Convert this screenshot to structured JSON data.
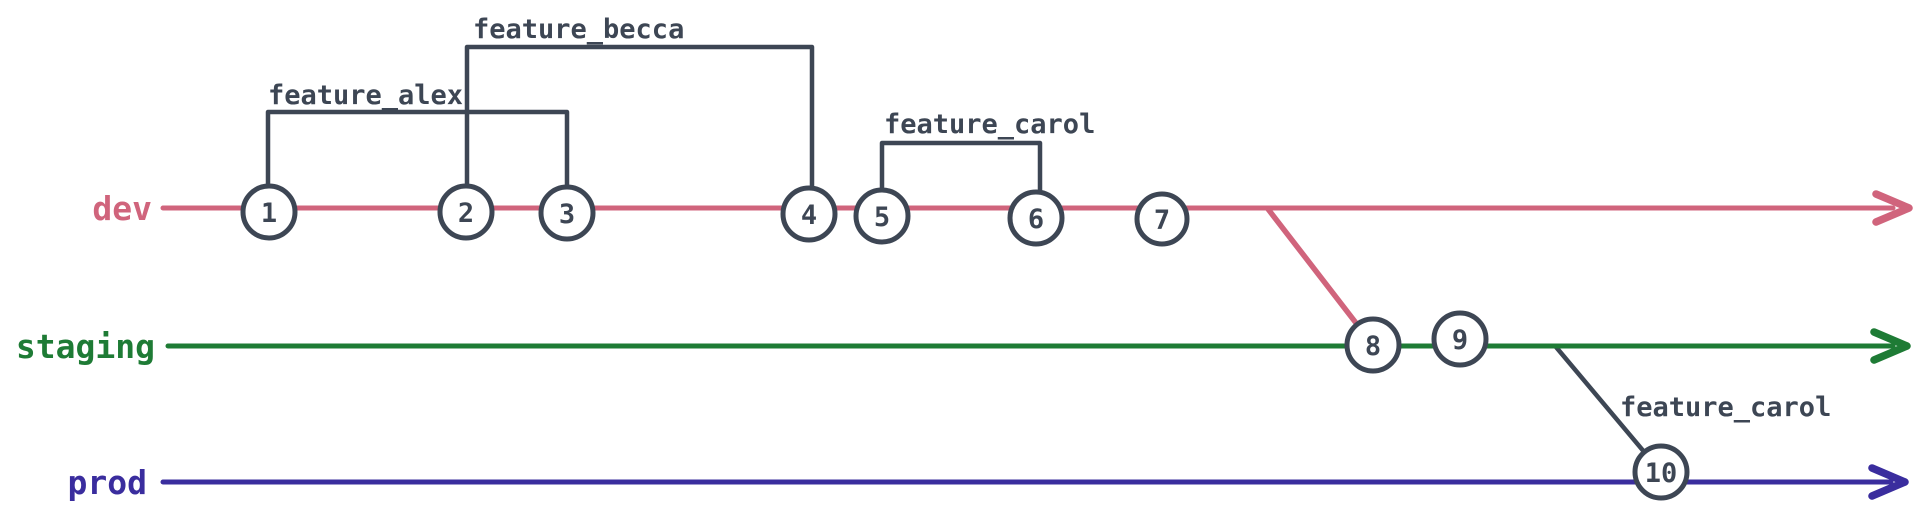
{
  "diagram_type": "git-branch-graph",
  "colors": {
    "dev": "#d0647c",
    "staging": "#1e7b35",
    "prod": "#3a2d9e",
    "ink": "#3d4654",
    "background": "#ffffff"
  },
  "branches": [
    {
      "label": "dev",
      "color": "#d0647c"
    },
    {
      "label": "staging",
      "color": "#1e7b35"
    },
    {
      "label": "prod",
      "color": "#3a2d9e"
    }
  ],
  "feature_labels": [
    {
      "label": "feature_alex"
    },
    {
      "label": "feature_becca"
    },
    {
      "label": "feature_carol"
    },
    {
      "label": "feature_carol"
    }
  ],
  "commits": [
    "1",
    "2",
    "3",
    "4",
    "5",
    "6",
    "7",
    "8",
    "9",
    "10"
  ]
}
